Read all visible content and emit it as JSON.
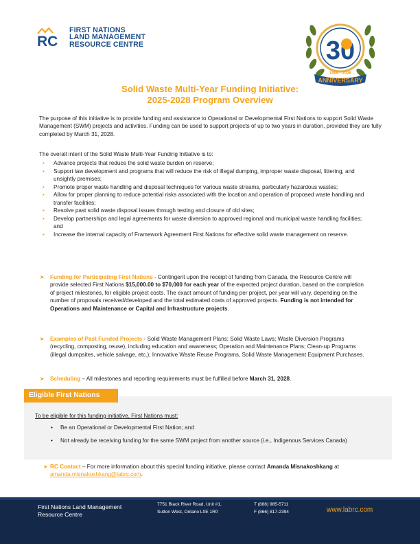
{
  "header": {
    "logo_mark": "RC",
    "logo_lines": [
      "FIRST NATIONS",
      "LAND MANAGEMENT",
      "RESOURCE CENTRE"
    ],
    "emblem": {
      "number": "30",
      "ribbon_text": "ANNIVERSARY",
      "years": "1996 - 2026"
    }
  },
  "title": {
    "line1": "Solid Waste Multi-Year Funding Initiative:",
    "line2": "2025-2028 Program Overview"
  },
  "intro": "The purpose of this initiative is to provide funding and assistance to Operational or Developmental First Nations to support Solid Waste Management (SWM) projects and activities. Funding can be used to support projects of up to two years in duration, provided they are fully completed by March 31, 2028.",
  "intent_lead": "The overall intent of the Solid Waste Multi-Year Funding Initiative is to:",
  "intent_items": [
    "Advance projects that reduce the solid waste burden on reserve;",
    "Support law development and programs that will reduce the risk of illegal dumping, improper waste disposal, littering, and unsightly premises;",
    "Promote proper waste handling and disposal techniques for various waste streams, particularly hazardous wastes;",
    "Allow for proper planning to reduce potential risks associated with the location and operation of proposed waste handling and transfer facilities;",
    "Resolve past solid waste disposal issues through testing and closure of old sites;",
    "Develop partnerships and legal agreements for waste diversion to approved regional and municipal waste handling facilities; and",
    "Increase the internal capacity of Framework Agreement First Nations for effective solid waste management on reserve."
  ],
  "funding": {
    "heading": "Funding for Participating First Nations",
    "text_a": " - Contingent upon the receipt of funding from Canada, the Resource Centre will provide selected First Nations ",
    "amount": "$15,000.00 to $70,000 for each year",
    "text_b": " of the expected project duration, based on the completion of project milestones, for eligible project costs. The exact amount of funding per project, per year will vary, depending on the number of proposals received/developed and the total estimated costs of approved projects.  ",
    "note": "Funding is not intended for Operations and Maintenance or Capital and Infrastructure projects",
    "note_end": "."
  },
  "examples": {
    "heading": "Examples of Past Funded Projects",
    "text": " - Solid Waste Management Plans; Solid Waste Laws; Waste Diversion Programs (recycling, composting, reuse), including education and awareness; Operation and Maintenance Plans; Clean-up Programs (illegal dumpsites, vehicle salvage, etc.); Innovative Waste Reuse Programs, Solid Waste Management Equipment Purchases."
  },
  "scheduling": {
    "heading": "Scheduling",
    "text": " – All milestones and reporting requirements must be fulfilled before ",
    "date": "March 31, 2028",
    "end": "."
  },
  "eligible": {
    "banner": "Eligible First Nations",
    "lead": "To be eligible for this funding initiative, First Nations must:",
    "items": [
      "Be an Operational or Developmental First Nation; and",
      "Not already be receiving funding for the same SWM project from another source (i.e., Indigenous Services Canada)"
    ]
  },
  "contact": {
    "heading": "RC Contact",
    "text": " – For more information about this special funding initiative, please contact ",
    "name": "Amanda Misnakoshkang",
    "at": " at ",
    "email": "amanda.misnakoshkang@labrc.com",
    "end": "."
  },
  "footer": {
    "org_line1": "First Nations Land Management",
    "org_line2": "Resource Centre",
    "addr_line1": "7751 Black River Road, Unit #1,",
    "addr_line2": "Sutton West, Ontario  L0E 1R0",
    "phone_line1": "T (888) 985-5711",
    "phone_line2": "F (866) 817-2394",
    "web": "www.labrc.com"
  },
  "colors": {
    "accent": "#f5a21b",
    "navy": "#14294a",
    "brand_blue": "#1d4f8c"
  }
}
